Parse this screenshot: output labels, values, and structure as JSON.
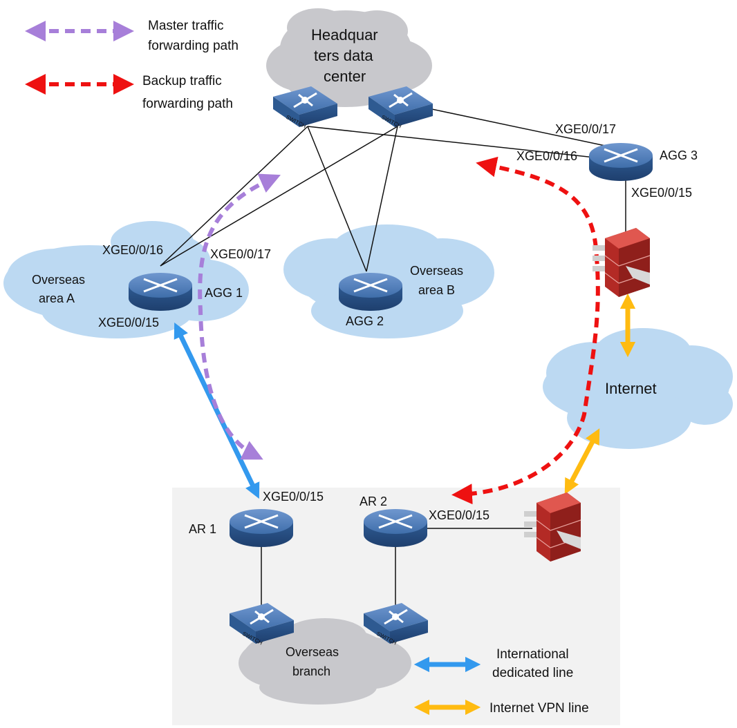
{
  "legend": {
    "master": "Master traffic forwarding path",
    "master_line1": "Master traffic",
    "master_line2": "forwarding path",
    "backup": "Backup traffic forwarding path",
    "backup_line1": "Backup traffic",
    "backup_line2": "forwarding path",
    "international": "International dedicated line",
    "international_line1": "International",
    "international_line2": "dedicated line",
    "vpn": "Internet VPN line"
  },
  "clouds": {
    "hq_line1": "Headquar",
    "hq_line2": "ters data",
    "hq_line3": "center",
    "area_a_line1": "Overseas",
    "area_a_line2": "area A",
    "area_b_line1": "Overseas",
    "area_b_line2": "area B",
    "internet": "Internet",
    "branch_line1": "Overseas",
    "branch_line2": "branch"
  },
  "devices": {
    "agg1": "AGG 1",
    "agg2": "AGG 2",
    "agg3": "AGG 3",
    "ar1": "AR 1",
    "ar2": "AR 2",
    "switch_label": "SWITCH"
  },
  "interfaces": {
    "agg1_up_left": "XGE0/0/16",
    "agg1_up_right": "XGE0/0/17",
    "agg1_down": "XGE0/0/15",
    "agg3_left": "XGE0/0/16",
    "agg3_top": "XGE0/0/17",
    "agg3_down": "XGE0/0/15",
    "ar1_up": "XGE0/0/15",
    "ar2_right": "XGE0/0/15"
  },
  "colors": {
    "master_path": "#a77fd9",
    "backup_path": "#ee1111",
    "international_line": "#3399ee",
    "vpn_line": "#ffbb11",
    "cloud_gray": "#c8c8cc",
    "cloud_blue": "#bcd9f2",
    "device_blue": "#3f6eaa",
    "firewall_red": "#c0302a",
    "branch_bg": "#f2f2f2"
  }
}
